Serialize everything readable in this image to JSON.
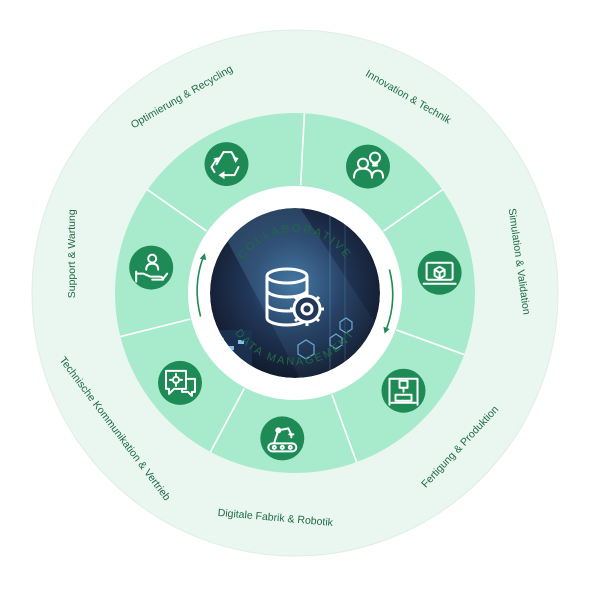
{
  "center": {
    "top_label": "COLLABORATIVE",
    "bottom_label": "DATA MANAGEMENT"
  },
  "segments": [
    {
      "label": "Innovation & Technik",
      "icon": "people-idea-icon"
    },
    {
      "label": "Simulation & Validation",
      "icon": "laptop-box-icon"
    },
    {
      "label": "Fertigung & Produktion",
      "icon": "3d-printer-icon"
    },
    {
      "label": "Digitale Fabrik & Robotik",
      "icon": "robot-arm-icon"
    },
    {
      "label": "Technische Kommunikation & Vertrieb",
      "icon": "gear-chat-icon"
    },
    {
      "label": "Support & Wartung",
      "icon": "hand-support-icon"
    },
    {
      "label": "Optimierung & Recycling",
      "icon": "recycle-icon"
    }
  ],
  "colors": {
    "outer_ring": "#eaf6f0",
    "band": "#a8ebcc",
    "divider": "#ffffff",
    "icon_circle": "#1e8a55",
    "text": "#1e6b45",
    "center_dark": "#162033",
    "center_accent": "#4fa3d8"
  }
}
